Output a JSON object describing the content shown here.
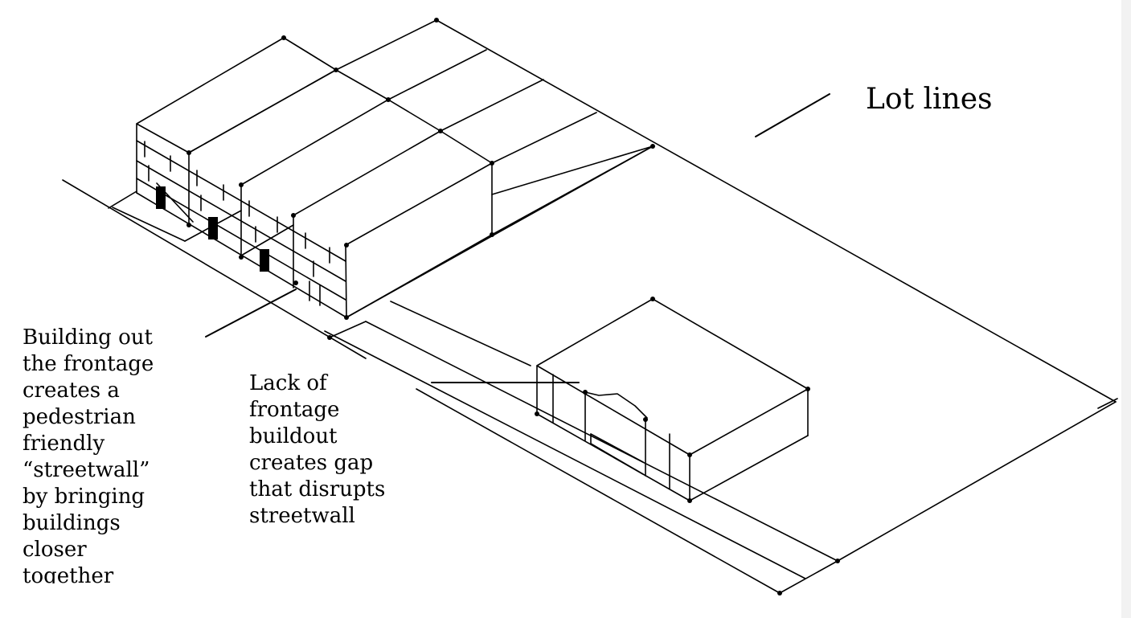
{
  "diagram": {
    "labels": {
      "lot_lines": "Lot lines",
      "building_out": [
        "Building out",
        "the frontage",
        "creates a",
        "pedestrian",
        "friendly",
        "“streetwall”",
        "by bringing",
        "buildings",
        "closer",
        "together"
      ],
      "lack_of_frontage": [
        "Lack of",
        "frontage",
        "buildout",
        "creates gap",
        "that disrupts",
        "streetwall"
      ]
    },
    "colors": {
      "ink": "#000000",
      "background": "#ffffff"
    }
  }
}
